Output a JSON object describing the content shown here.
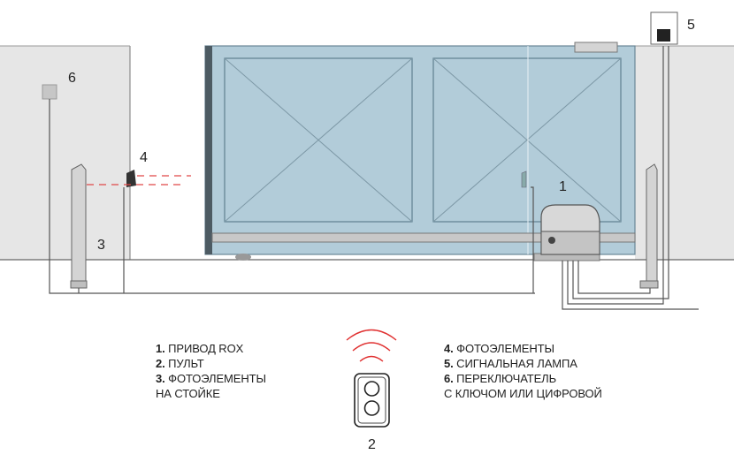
{
  "callouts": {
    "motor": "1",
    "remote": "2",
    "post_photocells": "3",
    "photocells": "4",
    "lamp": "5",
    "selector": "6"
  },
  "legend_left": [
    {
      "num": "1.",
      "text": " ПРИВОД ROX"
    },
    {
      "num": "2.",
      "text": " ПУЛЬТ"
    },
    {
      "num": "3.",
      "text": " ФОТОЭЛЕМЕНТЫ"
    },
    {
      "num": "",
      "text": "НА СТОЙКЕ"
    }
  ],
  "legend_right": [
    {
      "num": "4.",
      "text": " ФОТОЭЛЕМЕНТЫ"
    },
    {
      "num": "5.",
      "text": " СИГНАЛЬНАЯ ЛАМПА"
    },
    {
      "num": "6.",
      "text": " ПЕРЕКЛЮЧАТЕЛЬ"
    },
    {
      "num": "",
      "text": "С КЛЮЧОМ ИЛИ ЦИФРОВОЙ"
    }
  ],
  "colors": {
    "wall": "#e5e5e5",
    "gate_fill": "#b2ccd9",
    "gate_stroke": "#5f7f90",
    "beam": "#e04040",
    "signal": "#e03030",
    "outline": "#555555"
  }
}
